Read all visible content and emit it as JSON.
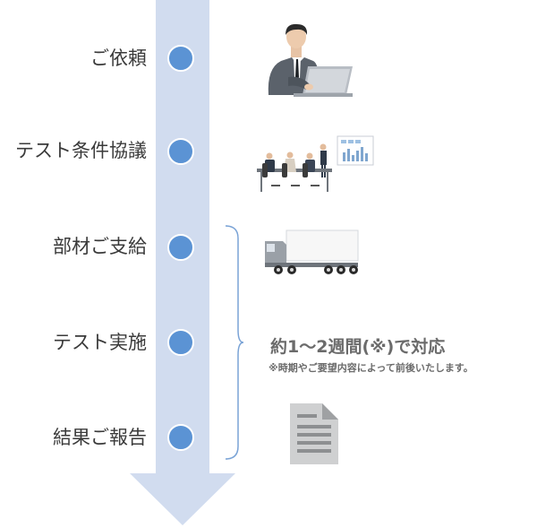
{
  "steps": [
    {
      "label": "ご依頼",
      "illustration": "businessman-laptop-icon"
    },
    {
      "label": "テスト条件協議",
      "illustration": "meeting-presentation-icon"
    },
    {
      "label": "部材ご支給",
      "illustration": "delivery-truck-icon"
    },
    {
      "label": "テスト実施",
      "illustration": ""
    },
    {
      "label": "結果ご報告",
      "illustration": "report-document-icon"
    }
  ],
  "duration": {
    "main": "約1～2週間(※)で対応",
    "note": "※時期やご要望内容によって前後いたします。"
  },
  "colors": {
    "arrow": "#d1dcef",
    "dot": "#5b93d4",
    "bracket": "#7aa3d6",
    "text": "#3a3a3a",
    "duration_text": "#6b6b6b"
  }
}
